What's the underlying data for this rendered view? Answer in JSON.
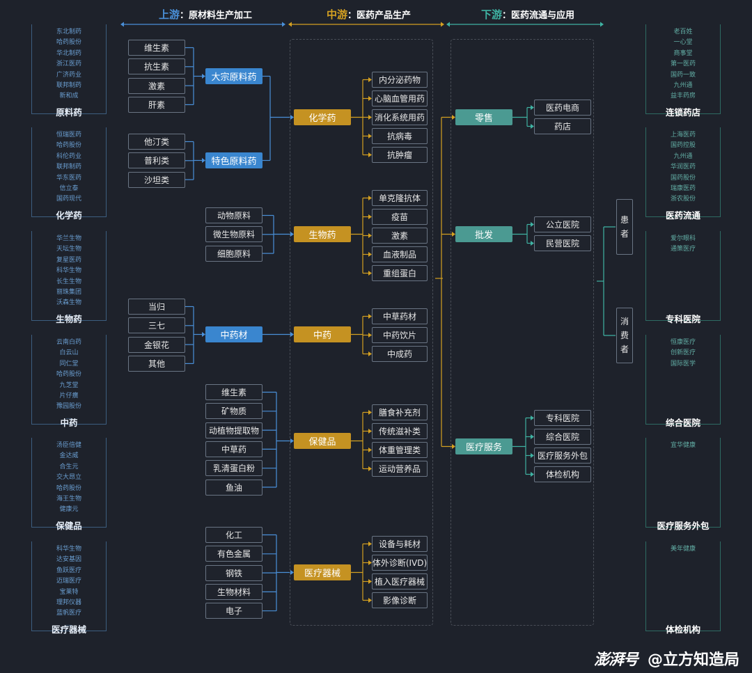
{
  "header": {
    "upstream": {
      "key": "上游",
      "sep": "：",
      "desc": "原材料生产加工",
      "color": "#4a90d9"
    },
    "midstream": {
      "key": "中游",
      "sep": "：",
      "desc": "医药产品生产",
      "color": "#d4a021"
    },
    "downstream": {
      "key": "下游",
      "sep": "：",
      "desc": "医药流通与应用",
      "color": "#3fb3a3"
    }
  },
  "left_panels": [
    {
      "title": "原料药",
      "companies": [
        "东北制药",
        "哈药股份",
        "华北制药",
        "浙江医药",
        "广济药业",
        "联邦制药",
        "新和成",
        "..."
      ]
    },
    {
      "title": "化学药",
      "companies": [
        "恒瑞医药",
        "哈药股份",
        "科伦药业",
        "联邦制药",
        "华东医药",
        "信立泰",
        "国药现代",
        "..."
      ]
    },
    {
      "title": "生物药",
      "companies": [
        "华兰生物",
        "天坛生物",
        "复星医药",
        "科华生物",
        "长生生物",
        "丽珠集团",
        "沃森生物",
        "..."
      ]
    },
    {
      "title": "中药",
      "companies": [
        "云南白药",
        "白云山",
        "同仁堂",
        "哈药股份",
        "九芝堂",
        "片仔癀",
        "豫园股份",
        "..."
      ]
    },
    {
      "title": "保健品",
      "companies": [
        "汤臣倍健",
        "金达威",
        "合生元",
        "交大昂立",
        "哈药股份",
        "海王生物",
        "健康元"
      ]
    },
    {
      "title": "医疗器械",
      "companies": [
        "科华生物",
        "达安基因",
        "鱼跃医疗",
        "迈瑞医疗",
        "宝莱特",
        "理邦仪器",
        "蓝帆医疗",
        "..."
      ]
    }
  ],
  "right_panels": [
    {
      "title": "连锁药店",
      "companies": [
        "老百姓",
        "一心堂",
        "商事堂",
        "第一医药",
        "国药一致",
        "九州通",
        "益丰药房"
      ]
    },
    {
      "title": "医药流通",
      "companies": [
        "上海医药",
        "国药控股",
        "九州通",
        "华润医药",
        "国药股份",
        "瑞康医药",
        "浙农股份",
        "..."
      ]
    },
    {
      "title": "专科医院",
      "companies": [
        "爱尔眼科",
        "通策医疗"
      ]
    },
    {
      "title": "综合医院",
      "companies": [
        "恒康医疗",
        "创新医疗",
        "国际医学"
      ]
    },
    {
      "title": "医疗服务外包",
      "companies": [
        "宜华健康"
      ]
    },
    {
      "title": "体检机构",
      "companies": [
        "美年健康"
      ]
    }
  ],
  "upstream": {
    "bulk_inputs": [
      "维生素",
      "抗生素",
      "激素",
      "肝素"
    ],
    "bulk": "大宗原料药",
    "special_inputs": [
      "他汀类",
      "普利类",
      "沙坦类"
    ],
    "special": "特色原料药",
    "bio_inputs": [
      "动物原料",
      "微生物原料",
      "细胞原料"
    ],
    "herb_inputs": [
      "当归",
      "三七",
      "金银花",
      "其他"
    ],
    "herb": "中药材",
    "health_inputs": [
      "维生素",
      "矿物质",
      "动植物提取物",
      "中草药",
      "乳清蛋白粉",
      "鱼油"
    ],
    "device_inputs": [
      "化工",
      "有色金属",
      "钢铁",
      "生物材料",
      "电子"
    ]
  },
  "midstream": {
    "chem": {
      "label": "化学药",
      "items": [
        "内分泌药物",
        "心脑血管用药",
        "消化系统用药",
        "抗病毒",
        "抗肿瘤"
      ]
    },
    "bio": {
      "label": "生物药",
      "items": [
        "单克隆抗体",
        "疫苗",
        "激素",
        "血液制品",
        "重组蛋白"
      ]
    },
    "tcm": {
      "label": "中药",
      "items": [
        "中草药材",
        "中药饮片",
        "中成药"
      ]
    },
    "health": {
      "label": "保健品",
      "items": [
        "膳食补充剂",
        "传统滋补类",
        "体重管理类",
        "运动营养品"
      ]
    },
    "device": {
      "label": "医疗器械",
      "items": [
        "设备与耗材",
        "体外诊断(IVD)",
        "植入医疗器械",
        "影像诊断"
      ]
    }
  },
  "downstream": {
    "retail": {
      "label": "零售",
      "items": [
        "医药电商",
        "药店"
      ]
    },
    "wholesale": {
      "label": "批发",
      "items": [
        "公立医院",
        "民营医院"
      ]
    },
    "service": {
      "label": "医疗服务",
      "items": [
        "专科医院",
        "综合医院",
        "医疗服务外包",
        "体检机构"
      ]
    }
  },
  "end_users": {
    "patient": [
      "患",
      "者"
    ],
    "consumer": [
      "消",
      "费",
      "者"
    ]
  },
  "watermark": {
    "logo": "澎湃号",
    "account": "@立方知造局"
  },
  "colors": {
    "bg": "#1e222b",
    "blue": "#3a86cf",
    "gold": "#c59222",
    "teal": "#4b9a92",
    "line_blue": "#4a90d9",
    "line_gold": "#d4a021",
    "line_teal": "#3fb3a3"
  }
}
